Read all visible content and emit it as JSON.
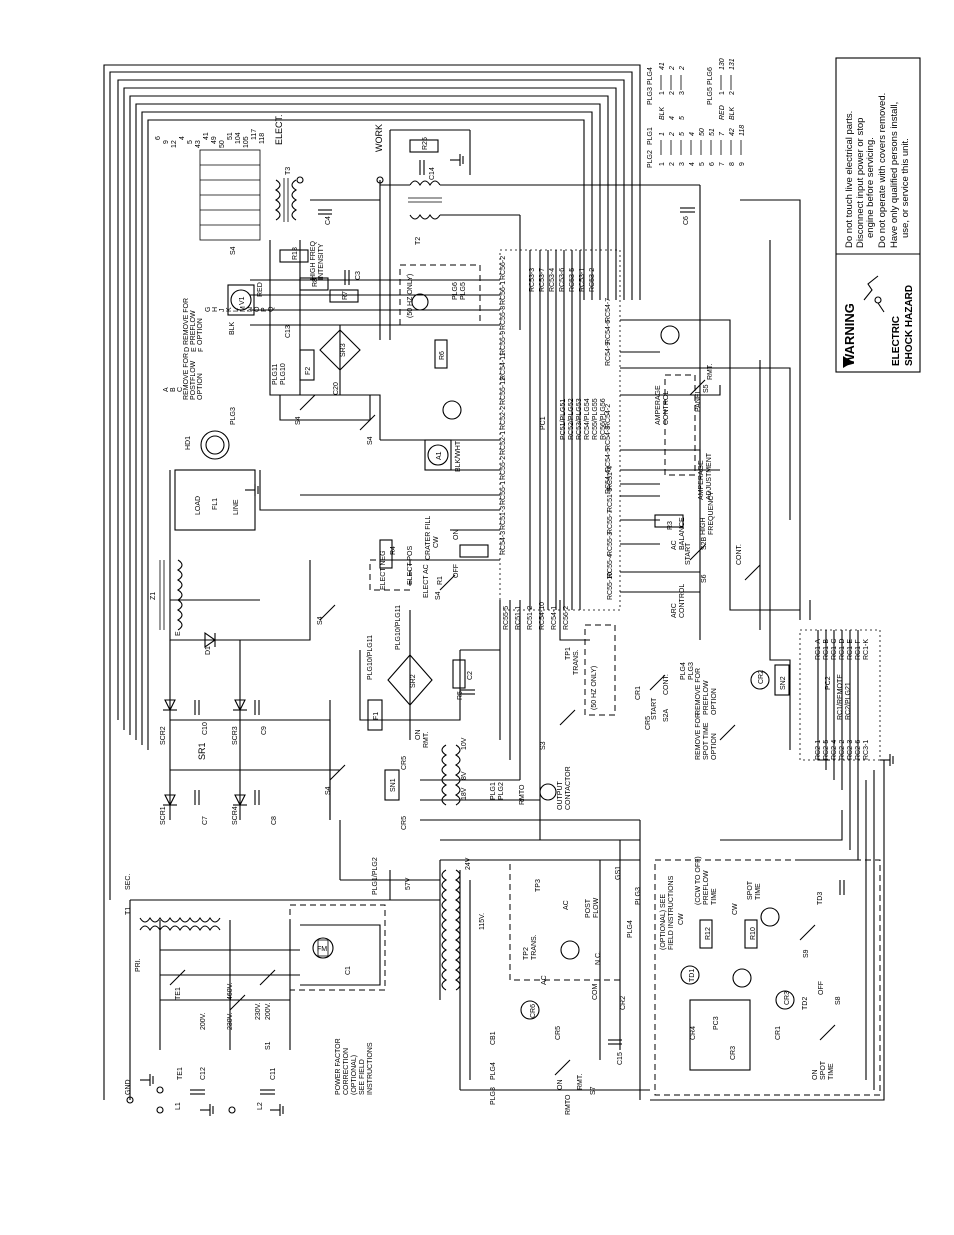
{
  "warning": {
    "title": "WARNING",
    "subtitle_line1": "ELECTRIC",
    "subtitle_line2": "SHOCK HAZARD",
    "bullets": [
      "Do not touch live electrical parts.",
      "Disconnect input power or stop",
      "engine before servicing.",
      "Do not operate with covers removed.",
      "Have only qualified persons install,",
      "use, or service this unit."
    ]
  },
  "terminals": {
    "elect": "ELECT.",
    "work": "WORK",
    "gnd": "GND"
  },
  "transformer": {
    "t1": "T1",
    "pri": "PRI.",
    "sec": "SEC.",
    "t2": "T2",
    "t3": "T3",
    "v57": "57V",
    "v115": "115V.",
    "v24": "24V",
    "v10": "10V",
    "v18": "18V",
    "v8": "8V"
  },
  "input": {
    "l1": "L1",
    "l2": "L2",
    "te1": "TE1",
    "c11": "C11",
    "c12": "C12",
    "s1": "S1",
    "v200": "200V.",
    "v230": "230V.",
    "v460": "460V.",
    "pf_note": [
      "POWER FACTOR",
      "CORRECTION",
      "(OPTIONAL)",
      "SEE FIELD",
      "INSTRUCTIONS"
    ],
    "fm": "FM",
    "c1": "C1"
  },
  "rectifier": {
    "sr1": "SR1",
    "scr1": "SCR1",
    "scr2": "SCR2",
    "scr3": "SCR3",
    "scr4": "SCR4",
    "c7": "C7",
    "c8": "C8",
    "c9": "C9",
    "c10": "C10",
    "d1": "D1",
    "z1": "Z1",
    "e": "E"
  },
  "upper": {
    "s4": "S4",
    "fl1": "FL1",
    "load": "LOAD",
    "line": "LINE",
    "hd1": "HD1",
    "sr3": "SR3",
    "f2": "F2",
    "c20": "C20",
    "c13": "C13",
    "a1": "A1",
    "v1": "V1",
    "r6": "R6",
    "r7": "R7",
    "r8": "R8",
    "r13": "R13",
    "r25": "R25",
    "c3": "C3",
    "c4": "C4",
    "c6": "C6",
    "c14": "C14",
    "hf_intensity": [
      "HIGH FREQ",
      "INTENSITY"
    ],
    "hz50": "(50 HZ ONLY)",
    "remove_postflow": [
      "REMOVE FOR",
      "POSTFLOW",
      "OPTION"
    ],
    "remove_preflow": [
      "REMOVE FOR",
      "PREFLOW",
      "OPTION"
    ],
    "plg_labels": [
      "PLG10",
      "PLG11",
      "PLG3",
      "PLG5",
      "PLG6"
    ],
    "tap_letters": [
      "A",
      "B",
      "C",
      "D",
      "E",
      "F",
      "G",
      "H",
      "J",
      "K",
      "L",
      "M",
      "N",
      "O",
      "P",
      "Q"
    ],
    "tap_nums": [
      "6",
      "9",
      "12",
      "4",
      "5",
      "43",
      "41",
      "49",
      "50",
      "51",
      "104",
      "105",
      "117",
      "118"
    ],
    "red": "RED",
    "blk": "BLK",
    "blkwht": "BLK/WHT"
  },
  "pc1": {
    "name": "PC1",
    "plugs": [
      "PC51/PLG51",
      "RC52/PLG52",
      "RC53/PLG53",
      "RC54/PLG54",
      "RC55/PLG55",
      "RC56/PLG56"
    ],
    "rc_top": [
      "RC53-3",
      "RC53-7",
      "RC53-4",
      "RC53-6",
      "RC53-5",
      "RC53-1",
      "RC53-2",
      "RC54-7",
      "RC54-6",
      "RC54-9",
      "RC54-2",
      "RC54-8",
      "RC54-5",
      "RC54-4"
    ],
    "rc_left": [
      "RC56-2",
      "RC56-1",
      "RC55-8",
      "RC55-9",
      "RC54-11",
      "RC55-12",
      "RC52-2",
      "RC52-1",
      "RC55-2",
      "RC55-1",
      "RC51-3",
      "RC54-3"
    ],
    "rc_bottom": [
      "RC55-5",
      "RC51-1",
      "RC51-2",
      "RC54-10",
      "RC54-1",
      "RC56-2"
    ],
    "rc_right": [
      "RC51-4",
      "RC51-6",
      "RC55-7",
      "RC55-3",
      "RC55-4",
      "RC55-10"
    ]
  },
  "controls": {
    "s5": "S5",
    "amperage_control": [
      "AMPERAGE",
      "CONTROL"
    ],
    "amperage_adjust": [
      "AMPERAGE",
      "ADJUSTMENT"
    ],
    "panel": "PANEL",
    "rmt": "RMT.",
    "balance": [
      "AC",
      "BALANCE"
    ],
    "r3": "R3",
    "high_freq": [
      "HIGH",
      "FREQUENCY"
    ],
    "start": "START",
    "cont": "CONT.",
    "s2b": "S2B",
    "s6": "S6",
    "arc_control": [
      "ARC",
      "CONTROL"
    ],
    "crater_fill": [
      "CRATER FILL"
    ],
    "r1": "R1",
    "r4": "R4",
    "elect_pos": "ELECT POS",
    "elect_neg": "ELECT NEG",
    "elect_ac": "ELECT AC",
    "on": "ON",
    "off": "OFF",
    "cw": "CW"
  },
  "pc2": {
    "name": "PC2",
    "rc": [
      "RC1-A",
      "RC1-B",
      "RC1-C",
      "RC1-D",
      "RC1-E",
      "RC1-F",
      "RC1-K"
    ],
    "remote": [
      "RC1/REMOTE",
      "RC2/PLG21"
    ],
    "rc2": [
      "RC2-1",
      "RC2-5",
      "RC2-4",
      "RC2-2",
      "RC2-3",
      "RC2-6",
      "RC3-1"
    ],
    "cr2": "CR2",
    "sn2": "SN2",
    "remove_spot": [
      "REMOVE FOR",
      "SPOT TIME",
      "OPTION"
    ],
    "remove_preflow2": [
      "REMOVE FOR",
      "PREFLOW",
      "OPTION"
    ]
  },
  "mid": {
    "sr2": "SR2",
    "c2": "C2",
    "r5": "R5",
    "f1": "F1",
    "sn1": "SN1",
    "cr5": "CR5",
    "s3": "S3",
    "tp1": "TP1",
    "trans": "TRANS.",
    "hz50b": "(50 HZ ONLY)",
    "rmto": "RMTO",
    "output_contactor": [
      "OUTPUT",
      "CONTACTOR"
    ],
    "plg1_plg2": "PLG1/PLG2",
    "plg10_plg11": "PLG10/PLG11",
    "s2a": "S2A",
    "cr1": "CR1"
  },
  "lower": {
    "cb1": "CB1",
    "tp2": "TP2",
    "tp3": "TP3",
    "gs1": "GS1",
    "t_ac": "AC",
    "post_flow": [
      "POST",
      "FLOW"
    ],
    "nc": "N.C.",
    "com": "COM",
    "cr6": "CR6",
    "c15": "C15",
    "pc3": "PC3",
    "td1": "TD1",
    "td2": "TD2",
    "td3": "TD3",
    "cr3": "CR3",
    "cr4": "CR4",
    "r10": "R10",
    "r12": "R12",
    "optional_note": [
      "(OPTIONAL) SEE",
      "FIELD INSTRUCTIONS"
    ],
    "preflow_time": [
      "(CCW TO OFF)",
      "PREFLOW",
      "TIME"
    ],
    "spot_time": [
      "SPOT",
      "TIME"
    ],
    "s8": "S8",
    "s9": "S9",
    "rmto": "RMTO",
    "s7": "S7",
    "plg4": "PLG4",
    "plg3": "PLG3"
  },
  "plug_table": {
    "headers": [
      "PLG2",
      "PLG1",
      "PLG3",
      "PLG4",
      "PLG5",
      "PLG6"
    ],
    "plg1_pins": [
      "1",
      "2",
      "3",
      "4",
      "5",
      "6",
      "7",
      "8",
      "9"
    ],
    "plg1_wires": [
      "1",
      "2",
      "5",
      "4",
      "50",
      "51",
      "7",
      "42",
      "118"
    ],
    "plg3_pins": [
      "1",
      "2",
      "3"
    ],
    "plg3_wires": [
      "BLK",
      "4",
      "5"
    ],
    "plg4_wires": [
      "41",
      "2",
      "2"
    ],
    "plg5_pins": [
      "1",
      "2"
    ],
    "plg5_wires": [
      "RED",
      "BLK"
    ],
    "plg6_wires": [
      "130",
      "131"
    ]
  }
}
